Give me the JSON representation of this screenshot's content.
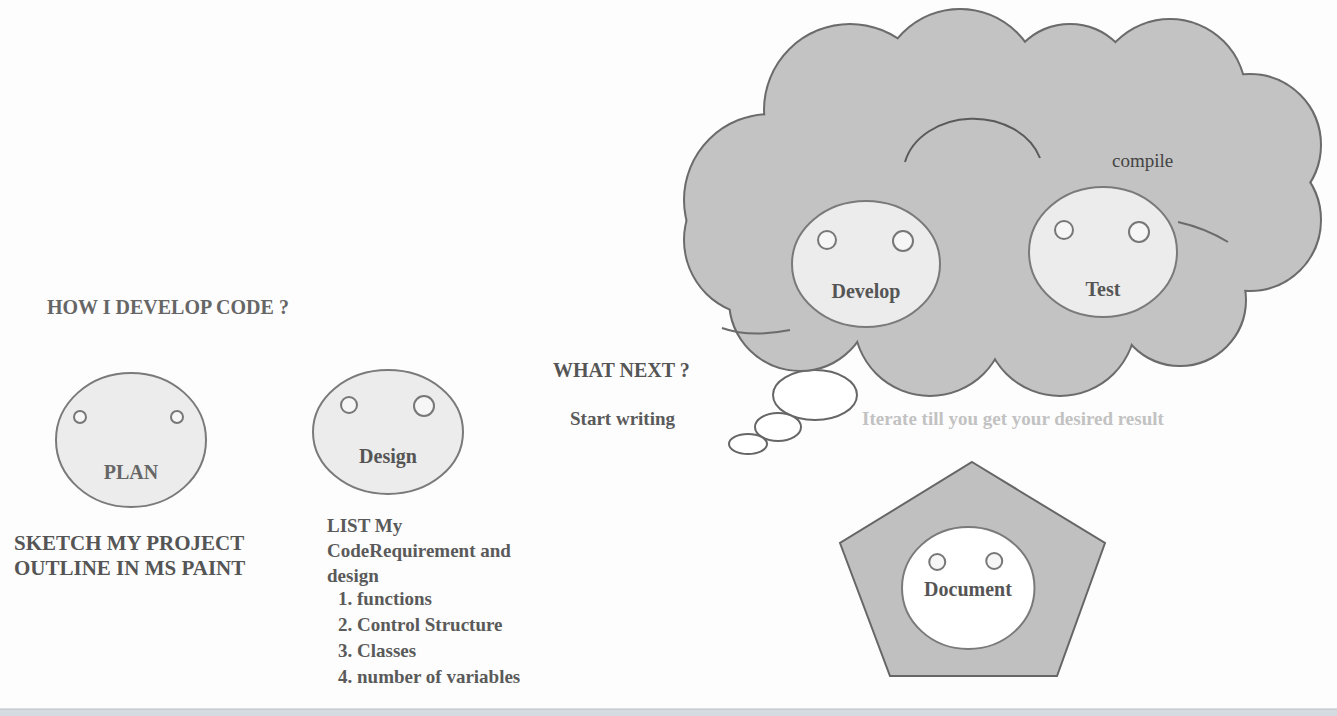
{
  "diagram": {
    "title": "HOW I DEVELOP CODE ?",
    "nodes": [
      {
        "text": [
          "PLAN"
        ]
      },
      {
        "text": [
          "Design"
        ]
      },
      {
        "text": [
          "compile"
        ]
      },
      {
        "text": [
          "Develop"
        ],
        "in": 2
      },
      {
        "text": [
          "Test"
        ],
        "in": 2
      },
      {
        "text": [
          "Document"
        ]
      }
    ],
    "labels": [
      "SKETCH MY PROJECT OUTLINE IN MS PAINT",
      "LIST My CodeRequirement and design",
      "1. functions",
      "2. Control Structure",
      "3. Classes",
      "4. number of variables",
      "WHAT NEXT ?",
      "Start writing",
      "Iterate till you get your desired result"
    ]
  }
}
